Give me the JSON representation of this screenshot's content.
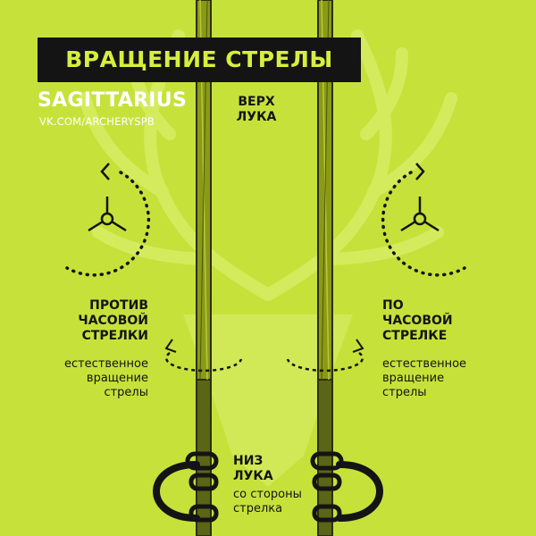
{
  "header": {
    "title": "ВРАЩЕНИЕ СТРЕЛЫ",
    "brand": "SAGITTARIUS",
    "url": "VK.COM/ARCHERYSPB"
  },
  "top_label": {
    "line1": "ВЕРХ",
    "line2": "ЛУКА"
  },
  "left_label": {
    "line1": "ПРОТИВ",
    "line2": "ЧАСОВОЙ",
    "line3": "СТРЕЛКИ",
    "desc1": "естественное",
    "desc2": "вращение",
    "desc3": "стрелы"
  },
  "right_label": {
    "line1": "ПО",
    "line2": "ЧАСОВОЙ",
    "line3": "СТРЕЛКЕ",
    "desc1": "естественное",
    "desc2": "вращение",
    "desc3": "стрелы"
  },
  "bottom_label": {
    "line1": "НИЗ",
    "line2": "ЛУКА",
    "desc1": "со стороны",
    "desc2": "стрелка"
  },
  "colors": {
    "background": "#c6e23a",
    "dark": "#141414",
    "title_text": "#d7ef3c",
    "arrow_upper": "#8a9a14",
    "arrow_lower": "#5b6516"
  }
}
